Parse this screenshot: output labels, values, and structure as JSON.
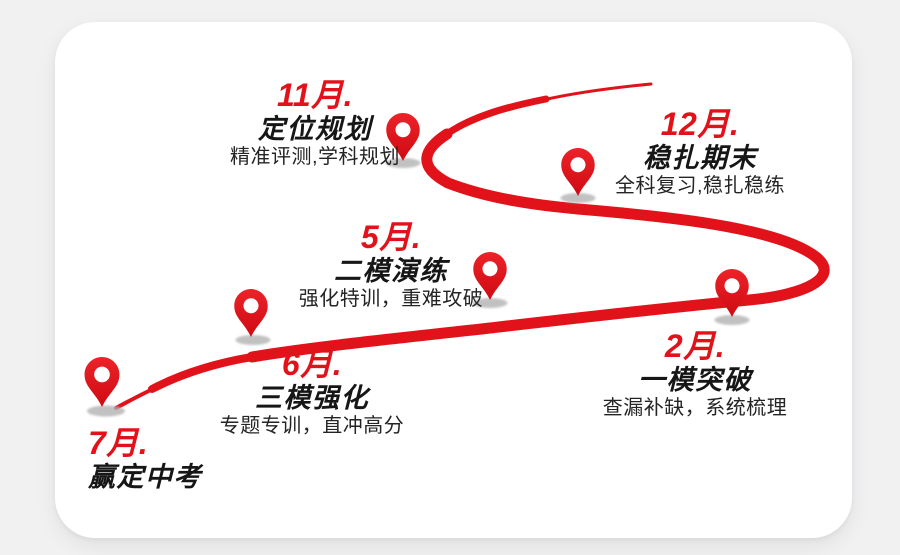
{
  "colors": {
    "accent_red": "#e2121a",
    "pin_red_top": "#ec2329",
    "pin_red_bottom": "#cf0a12",
    "text_dark": "#1b1b1b",
    "shadow_gray": "#b2b2b2",
    "page_background": "#f1f1f2",
    "card_background": "#ffffff"
  },
  "icons": {
    "milestone_marker": "map-pin-icon"
  },
  "timeline": {
    "milestones": [
      {
        "month": "11月.",
        "title": "定位规划",
        "desc": "精准评测,学科规划"
      },
      {
        "month": "12月.",
        "title": "稳扎期末",
        "desc": "全科复习,稳扎稳练"
      },
      {
        "month": "2月.",
        "title": "一模突破",
        "desc": "查漏补缺，系统梳理"
      },
      {
        "month": "5月.",
        "title": "二模演练",
        "desc": "强化特训，重难攻破"
      },
      {
        "month": "6月.",
        "title": "三模强化",
        "desc": "专题专训，直冲高分"
      },
      {
        "month": "7月.",
        "title": "赢定中考",
        "desc": ""
      }
    ]
  }
}
